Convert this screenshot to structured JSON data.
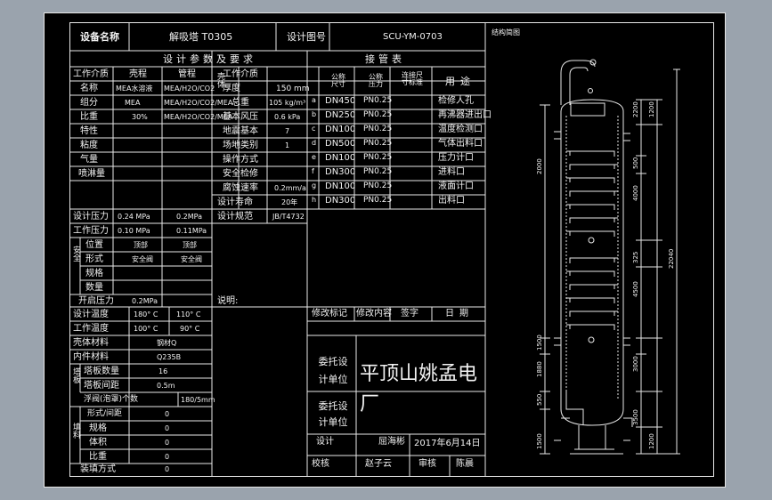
{
  "header": {
    "equip_label": "设备名称",
    "equip_value": "解吸塔 T0305",
    "drawing_label": "设计图号",
    "drawing_value": "SCU-YM-0703",
    "structure_label": "结构简图"
  },
  "params": {
    "title": "设计参数及要求",
    "col_medium": "工作介质",
    "col_shell": "壳程",
    "col_tube": "管程",
    "name_label": "名称",
    "name_shell": "MEA水溶液",
    "name_tube": "MEA/H2O/CO2",
    "comp_label": "组分",
    "comp_shell": "MEA",
    "comp_tube": "MEA/H2O/CO2/MEA",
    "density_label": "比重",
    "density_shell": "30%",
    "density_tube": "MEA/H2O/CO2/MEA",
    "char_label": "特性",
    "visc_label": "粘度",
    "gas_label": "气量",
    "spray_label": "喷淋量",
    "p_design_label": "设计压力",
    "p_design_shell": "0.24 MPa",
    "p_design_tube": "0.2MPa",
    "p_work_label": "工作压力",
    "p_work_shell": "0.10 MPa",
    "p_work_tube": "0.11MPa",
    "safety_label": "安全",
    "pos_label": "位置",
    "pos_shell": "顶部",
    "pos_tube": "顶部",
    "form_label": "形式",
    "form_shell": "安全阀",
    "form_tube": "安全阀",
    "spec_label": "规格",
    "qty_label": "数量",
    "open_p_label": "开启压力",
    "open_p_value": "0.2MPa",
    "t_design_label": "设计温度",
    "t_design_shell": "180° C",
    "t_design_tube": "110° C",
    "t_work_label": "工作温度",
    "t_work_shell": "100° C",
    "t_work_tube": "90° C",
    "shell_mat_label": "壳体材料",
    "shell_mat_value": "钢材Q",
    "inner_mat_label": "内件材料",
    "inner_mat_value": "Q235B",
    "tray_label": "塔板",
    "tray_count_label": "塔板数量",
    "tray_count_value": "16",
    "tray_spacing_label": "塔板间距",
    "tray_spacing_value": "0.5m",
    "float_label": "浮阀(泡罩)个数",
    "float_value": "180/5mm",
    "packing_label": "填料",
    "form2_label": "形式/间距",
    "form2_value": "0",
    "spec2_label": "规格",
    "spec2_value": "0",
    "volume_label": "体积",
    "volume_value": "0",
    "ratio_label": "比重",
    "ratio_value": "0",
    "install_label": "装填方式",
    "install_value": "0",
    "shell_col": "壳体",
    "thick_label": "厚度",
    "thick_value": "150 mm",
    "design_t": "设计温度",
    "weight_label": "总重",
    "weight_value": "105 kg/m³",
    "wind_label": "基本风压",
    "wind_value": "0.6 kPa",
    "seismic_label": "地震基本",
    "seismic_value": "7",
    "seismic2_label": "场地类别",
    "seismic2_value": "1",
    "op_label": "操作方式",
    "safety2_label": "安全检修",
    "corr_label": "腐蚀速率",
    "corr_value": "0.2mm/a",
    "life_label": "设计寿命",
    "life_value": "20年",
    "code_label": "设计规范",
    "code_value": "JB/T4732",
    "notes_label": "说明:"
  },
  "nozzles": {
    "title": "接管表",
    "h_size": "公称尺寸",
    "h_press": "公称压力",
    "h_conn": "连接尺寸标准",
    "h_use": "用途",
    "rows": [
      {
        "id": "a",
        "size": "DN450",
        "press": "PN0.25",
        "use": "检修人孔"
      },
      {
        "id": "b",
        "size": "DN250",
        "press": "PN0.25",
        "use": "再沸器进出口"
      },
      {
        "id": "c",
        "size": "DN100",
        "press": "PN0.25",
        "use": "温度检测口"
      },
      {
        "id": "d",
        "size": "DN500",
        "press": "PN0.25",
        "use": "气体出料口"
      },
      {
        "id": "e",
        "size": "DN100",
        "press": "PN0.25",
        "use": "压力计口"
      },
      {
        "id": "f",
        "size": "DN300",
        "press": "PN0.25",
        "use": "进料口"
      },
      {
        "id": "g",
        "size": "DN100",
        "press": "PN0.25",
        "use": "液面计口"
      },
      {
        "id": "h",
        "size": "DN300",
        "press": "PN0.25",
        "use": "出料口"
      }
    ]
  },
  "revision": {
    "mark_label": "修改标记",
    "content_label": "修改内容",
    "sign_label": "签字",
    "date_label": "日期"
  },
  "title_block": {
    "client_label": "委托设计单位",
    "client_value": "平顶山姚孟电厂",
    "client2_label": "委托设计单位",
    "designer_label": "设计",
    "designer_value": "屈海彬",
    "date_value": "2017年6月14日",
    "check_label": "校核",
    "check_value": "赵子云",
    "review_label": "审核",
    "review_value": "陈晨"
  },
  "dims": {
    "d1": "2200",
    "d2": "1200",
    "d3": "2000",
    "d4": "500",
    "d5": "4000",
    "d6": "325",
    "d7": "4500",
    "d8": "22040",
    "d9": "1500",
    "d10": "1880",
    "d11": "3000",
    "d12": "550",
    "d13": "3500",
    "d14": "1500",
    "d15": "1200"
  }
}
